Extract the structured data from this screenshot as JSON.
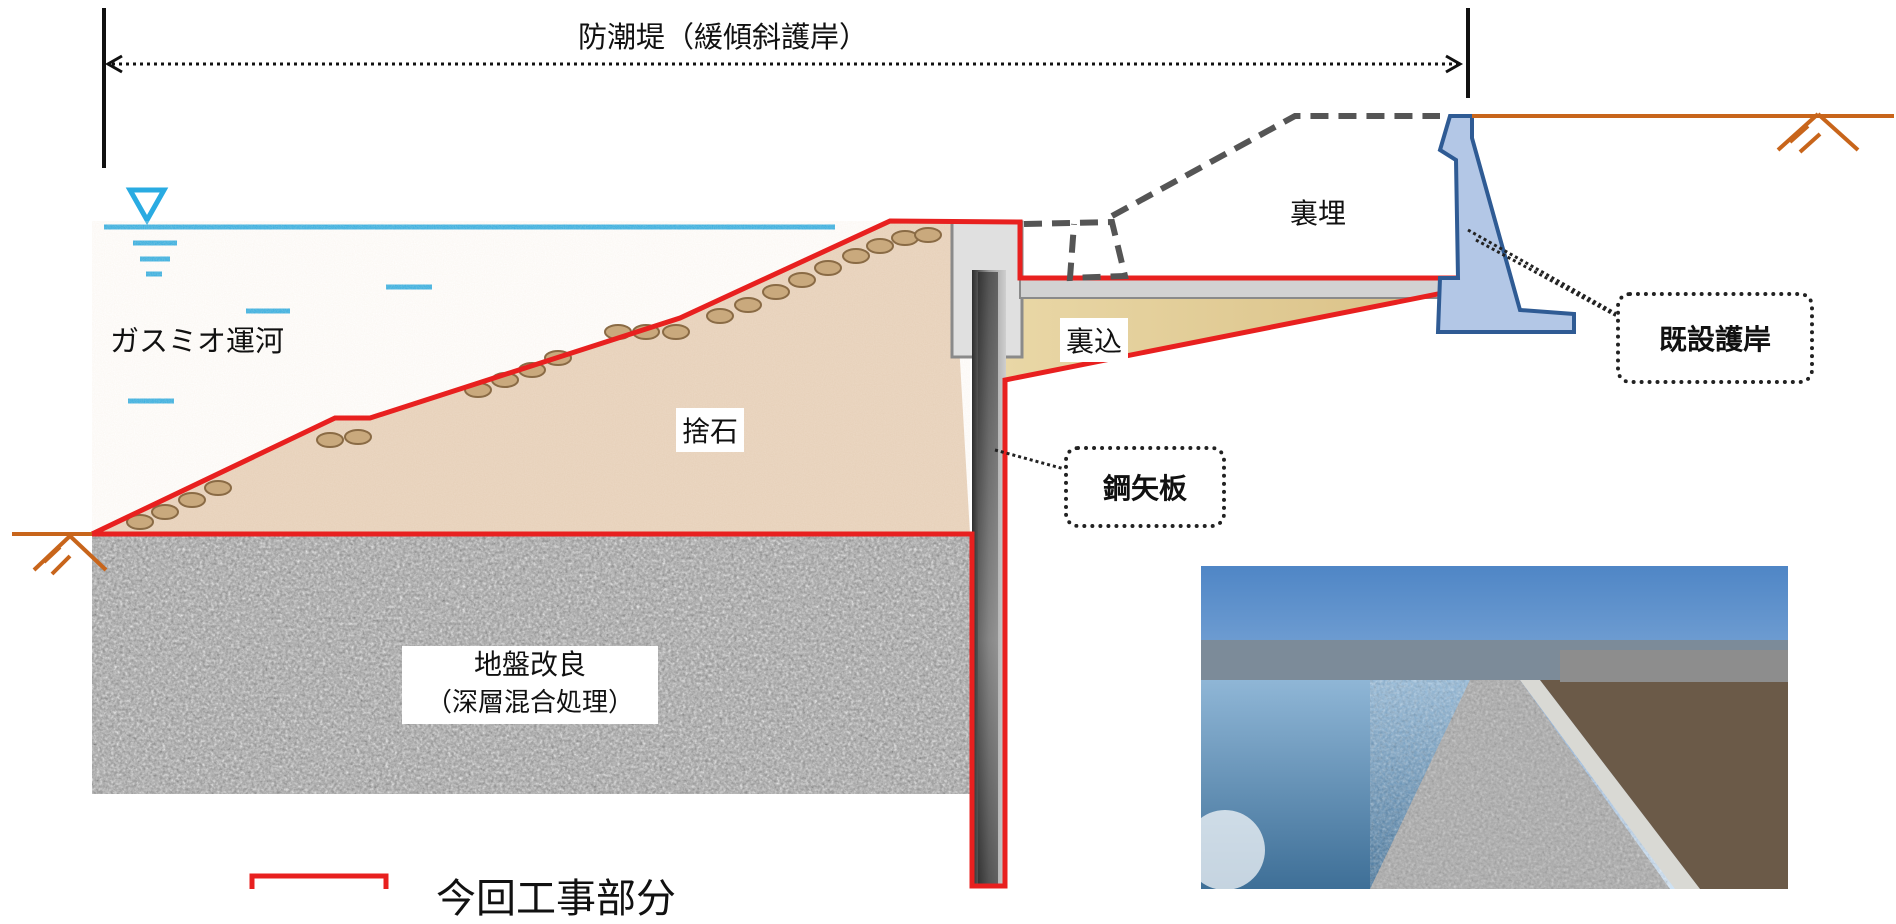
{
  "title": "防潮堤（緩傾斜護岸）",
  "labels": {
    "canal": "ガスミオ運河",
    "rubble": "捨石",
    "backfill_fill": "裏込",
    "reclaim": "裏埋",
    "ground_line1": "地盤改良",
    "ground_line2": "（深層混合処理）",
    "existing_revetment": "既設護岸",
    "steel_sheet_pile": "鋼矢板",
    "legend_text": "今回工事部分"
  },
  "colors": {
    "water": "#29abe2",
    "ground_symbol": "#c8651b",
    "highlight": "#e8201f",
    "existing_wall": "#b3c7e6",
    "rubble": "#e6cfb7",
    "backfill": "#e8d49a"
  },
  "icons": [
    "water-level-icon",
    "ground-surface-icon"
  ]
}
